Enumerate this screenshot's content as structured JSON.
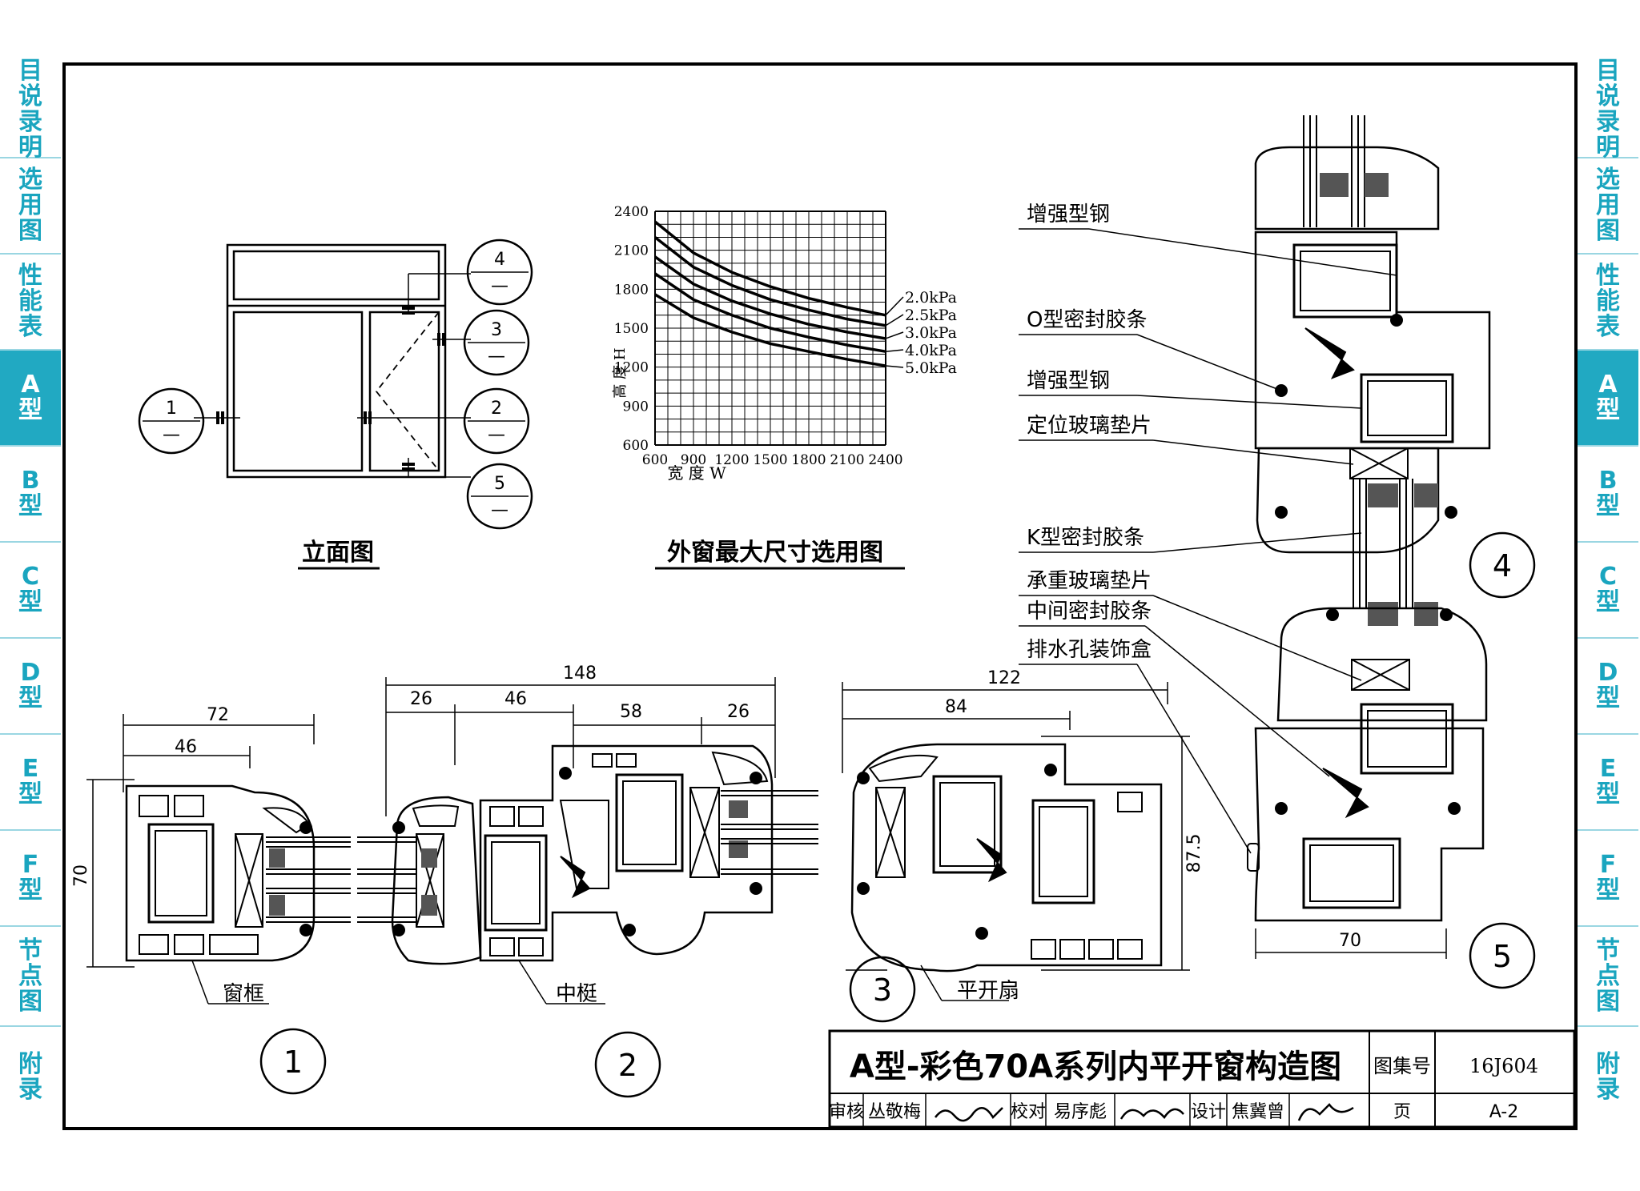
{
  "side_tabs": [
    {
      "label": "目说录明",
      "active": false
    },
    {
      "label": "选用图",
      "active": false
    },
    {
      "label": "性能表",
      "active": false
    },
    {
      "label": "A型",
      "active": true
    },
    {
      "label": "B型",
      "active": false
    },
    {
      "label": "C型",
      "active": false
    },
    {
      "label": "D型",
      "active": false
    },
    {
      "label": "E型",
      "active": false
    },
    {
      "label": "F型",
      "active": false
    },
    {
      "label": "节点图",
      "active": false
    },
    {
      "label": "附录",
      "active": false
    }
  ],
  "elevation": {
    "title": "立面图",
    "callouts": [
      {
        "num": "1",
        "sub": "—"
      },
      {
        "num": "2",
        "sub": "—"
      },
      {
        "num": "3",
        "sub": "—"
      },
      {
        "num": "4",
        "sub": "—"
      },
      {
        "num": "5",
        "sub": "—"
      }
    ]
  },
  "chart_data": {
    "type": "line",
    "title": "外窗最大尺寸选用图",
    "xlabel": "宽 度  W",
    "ylabel": "高 度  H",
    "xlim": [
      600,
      2400
    ],
    "ylim": [
      600,
      2400
    ],
    "x_ticks": [
      "600",
      "900",
      "1200",
      "1500",
      "1800",
      "2100",
      "2400"
    ],
    "y_ticks": [
      "600",
      "900",
      "1200",
      "1500",
      "1800",
      "2100",
      "2400"
    ],
    "grid": true,
    "series": [
      {
        "name": "2.0kPa",
        "x": [
          600,
          900,
          1200,
          1500,
          1800,
          2100,
          2400
        ],
        "y": [
          2320,
          2080,
          1930,
          1820,
          1730,
          1660,
          1600
        ]
      },
      {
        "name": "2.5kPa",
        "x": [
          600,
          900,
          1200,
          1500,
          1800,
          2100,
          2400
        ],
        "y": [
          2200,
          1970,
          1830,
          1720,
          1640,
          1570,
          1520
        ]
      },
      {
        "name": "3.0kPa",
        "x": [
          600,
          900,
          1200,
          1500,
          1800,
          2100,
          2400
        ],
        "y": [
          2050,
          1840,
          1710,
          1610,
          1530,
          1470,
          1420
        ]
      },
      {
        "name": "4.0kPa",
        "x": [
          600,
          900,
          1200,
          1500,
          1800,
          2100,
          2400
        ],
        "y": [
          1920,
          1720,
          1600,
          1500,
          1430,
          1370,
          1320
        ]
      },
      {
        "name": "5.0kPa",
        "x": [
          600,
          900,
          1200,
          1500,
          1800,
          2100,
          2400
        ],
        "y": [
          1760,
          1580,
          1470,
          1380,
          1320,
          1260,
          1210
        ]
      }
    ]
  },
  "sections": {
    "frame": {
      "dim_total": "72",
      "dim_inner": "46",
      "dim_height": "70",
      "label": "窗框",
      "num": "1"
    },
    "mullion": {
      "dim_total": "148",
      "dim_a": "26",
      "dim_b": "46",
      "dim_c": "58",
      "dim_d": "26",
      "label": "中梃",
      "num": "2"
    },
    "sash": {
      "dim_total": "122",
      "dim_inner": "84",
      "dim_height": "87.5",
      "label": "平开扇",
      "num": "3"
    },
    "vertical": {
      "dim_width": "70",
      "num_upper": "4",
      "num_lower": "5"
    }
  },
  "annotations": [
    "增强型钢",
    "O型密封胶条",
    "增强型钢",
    "定位玻璃垫片",
    "K型密封胶条",
    "承重玻璃垫片",
    "中间密封胶条",
    "排水孔装饰盒"
  ],
  "title_block": {
    "title": "A型-彩色70A系列内平开窗构造图",
    "atlas_label": "图集号",
    "atlas_no": "16J604",
    "reviewer_label": "审核",
    "reviewer": "丛敬梅",
    "checker_label": "校对",
    "checker": "易序彪",
    "designer_label": "设计",
    "designer": "焦冀曾",
    "page_label": "页",
    "page_no": "A-2"
  }
}
